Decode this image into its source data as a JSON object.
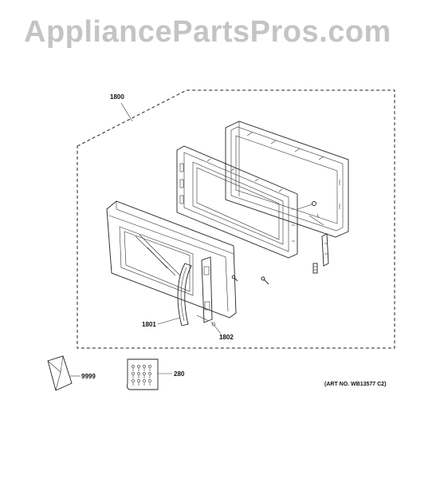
{
  "watermark": "AppliancePartsPros.com",
  "callouts": {
    "door_assembly": "1800",
    "handle": "1801",
    "handle_bracket": "1802",
    "literature": "9999",
    "screw_kit": "280"
  },
  "art_number": "(ART NO. WB13577 C2)"
}
